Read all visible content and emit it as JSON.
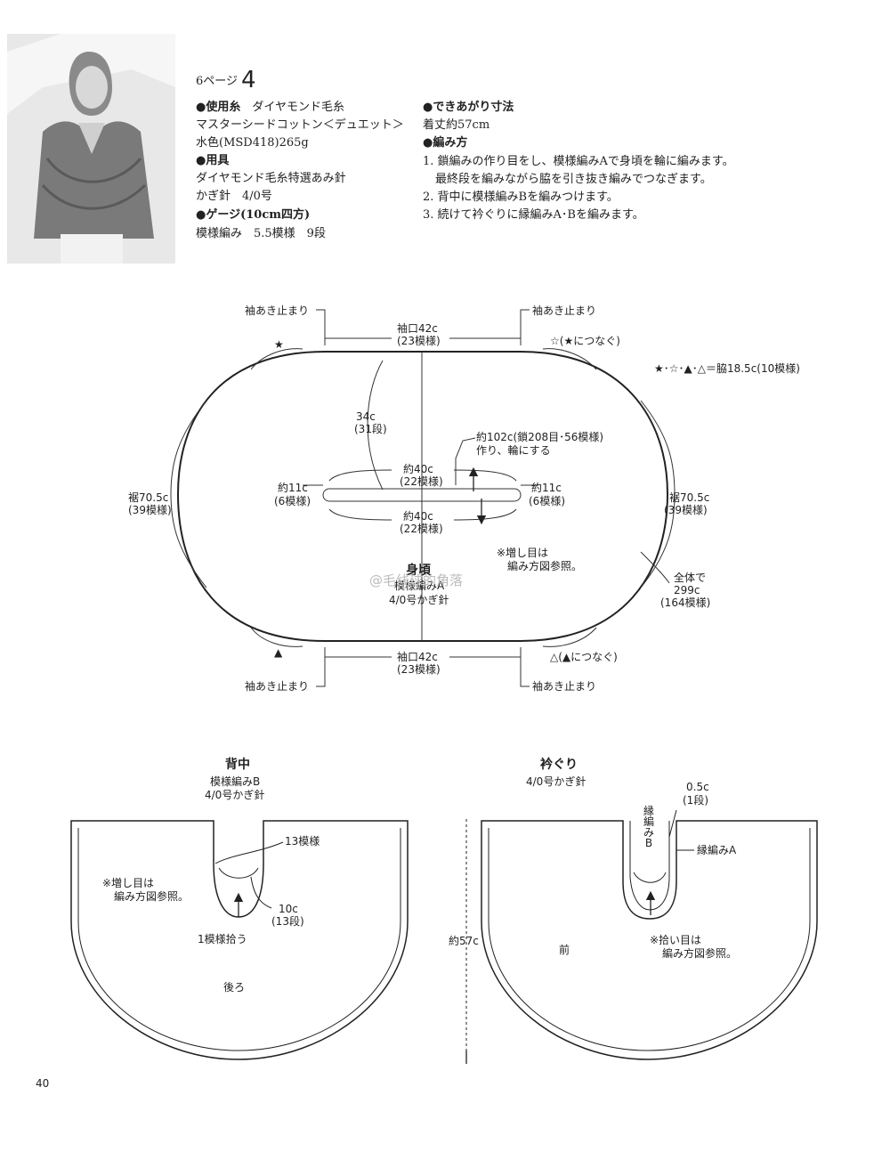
{
  "header": {
    "page_ref": "6ページ",
    "pattern_no": "4",
    "yarn_label": "●使用糸",
    "yarn_brand": "ダイヤモンド毛糸",
    "yarn_name": "マスターシードコットン＜デュエット＞",
    "yarn_color": "水色(MSD418)265g",
    "tools_label": "●用具",
    "tools_1": "ダイヤモンド毛糸特選あみ針",
    "tools_2": "かぎ針　4/0号",
    "gauge_label": "●ゲージ(10cm四方)",
    "gauge_value": "模様編み　5.5模様　9段",
    "size_label": "●できあがり寸法",
    "size_value": "着丈約57cm",
    "method_label": "●編み方",
    "step_1a": "1. 鎖編みの作り目をし、模様編みAで身頃を輪に編みます。",
    "step_1b": "最終段を編みながら脇を引き抜き編みでつなぎます。",
    "step_2": "2. 背中に模様編みBを編みつけます。",
    "step_3": "3. 続けて衿ぐりに縁編みA･Bを編みます。"
  },
  "main_diagram": {
    "sleeve_stop_tl": "袖あき止まり",
    "sleeve_stop_tr": "袖あき止まり",
    "sleeve_stop_bl": "袖あき止まり",
    "sleeve_stop_br": "袖あき止まり",
    "top_cuff": "袖口42c",
    "top_cuff_count": "(23模様)",
    "bottom_cuff": "袖口42c",
    "bottom_cuff_count": "(23模様)",
    "star_black": "★",
    "star_white_note": "☆(★につなぐ)",
    "tri_black": "▲",
    "tri_white_note": "△(▲につなぐ)",
    "side_note": "★･☆･▲･△＝脇18.5c(10模様)",
    "height": "34c",
    "height_rows": "(31段)",
    "chain": "約102c(鎖208目･56模様)",
    "chain_note": "作り、輪にする",
    "center_top": "約40c",
    "center_top_count": "(22模様)",
    "center_bottom": "約40c",
    "center_bottom_count": "(22模様)",
    "left_end": "約11c",
    "left_end_count": "(6模様)",
    "right_end": "約11c",
    "right_end_count": "(6模様)",
    "hem_left": "裾70.5c",
    "hem_left_count": "(39模様)",
    "hem_right": "裾70.5c",
    "hem_right_count": "(39模様)",
    "increase_note_1": "※増し目は",
    "increase_note_2": "編み方図参照。",
    "body_label": "身頃",
    "body_pattern": "模様編みA",
    "body_hook": "4/0号かぎ針",
    "total": "全体で",
    "total_len": "299c",
    "total_count": "(164模様)",
    "watermark": "@毛线球的角落"
  },
  "back_diagram": {
    "title": "背中",
    "pattern": "模様編みB",
    "hook": "4/0号かぎ針",
    "count": "13模様",
    "height": "10c",
    "height_rows": "(13段)",
    "pickup": "1模様拾う",
    "note_1": "※増し目は",
    "note_2": "編み方図参照。",
    "piece": "後ろ"
  },
  "neck_diagram": {
    "title": "衿ぐり",
    "hook": "4/0号かぎ針",
    "edge_b": "縁編みB",
    "edge_b_w": "0.5c",
    "edge_b_rows": "(1段)",
    "edge_a": "縁編みA",
    "length": "約57c",
    "piece": "前",
    "note_1": "※拾い目は",
    "note_2": "編み方図参照。"
  },
  "page_number": "40"
}
